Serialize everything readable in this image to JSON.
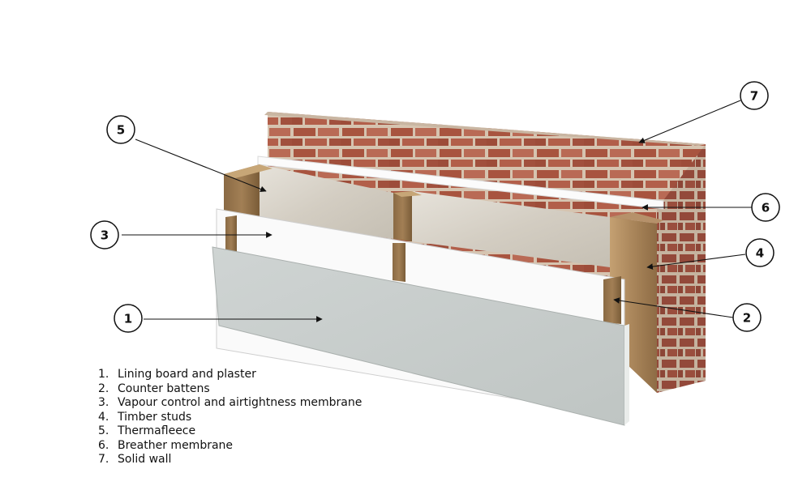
{
  "legend": [
    {
      "number": "1.",
      "label": "Lining board and plaster"
    },
    {
      "number": "2.",
      "label": "Counter battens"
    },
    {
      "number": "3.",
      "label": "Vapour control and airtightness membrane"
    },
    {
      "number": "4.",
      "label": "Timber studs"
    },
    {
      "number": "5.",
      "label": "Thermafleece"
    },
    {
      "number": "6.",
      "label": "Breather membrane"
    },
    {
      "number": "7.",
      "label": "Solid wall"
    }
  ],
  "callouts": [
    "1",
    "2",
    "3",
    "4",
    "5",
    "6",
    "7"
  ],
  "colors": {
    "brick": "#a5533f",
    "mortar": "#d9c7b3",
    "timber": "#b99568",
    "insulation": "#d8d2c6",
    "membrane": "#f7f7f5",
    "lining_board": "#c9cecd"
  }
}
